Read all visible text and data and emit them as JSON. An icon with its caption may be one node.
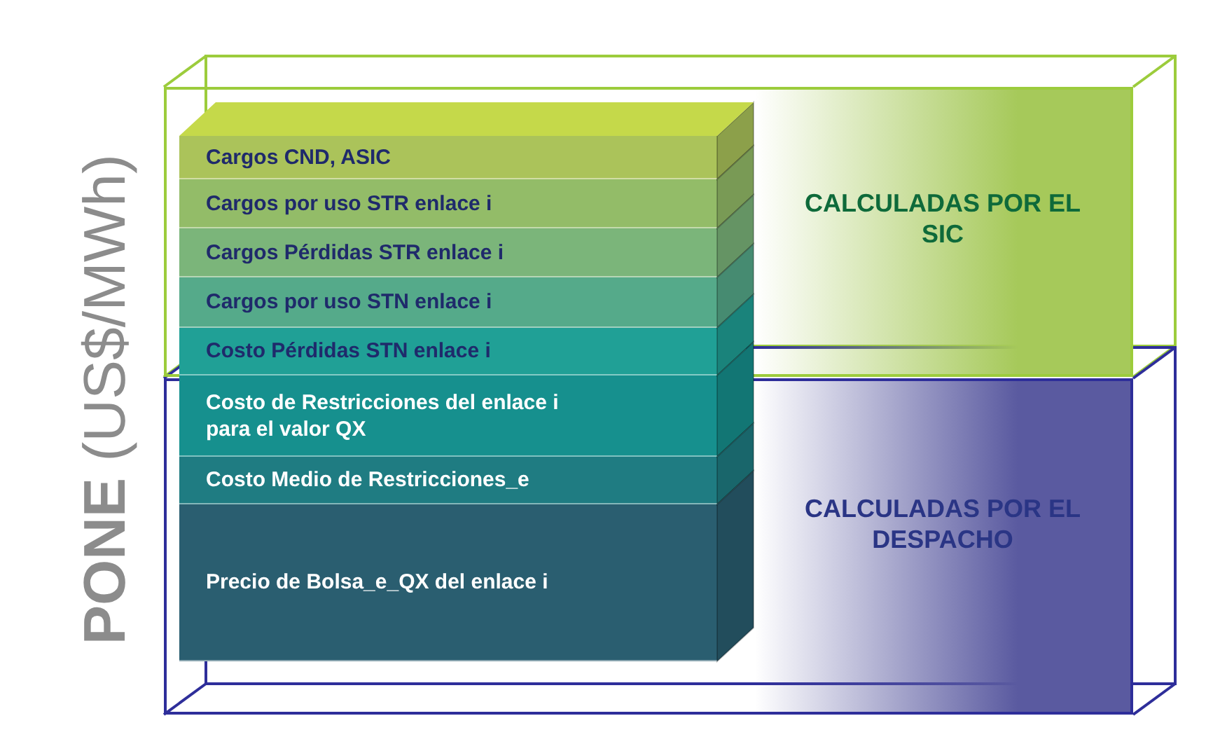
{
  "diagram": {
    "nodes": [
      {
        "text": [
          "CALCULADAS POR EL SIC"
        ]
      },
      {
        "text": [
          "CALCULADAS POR EL DESPACHO"
        ]
      },
      {
        "text": [
          "Cargos CND, ASIC"
        ],
        "in": 0
      },
      {
        "text": [
          "Cargos por uso STR enlace i"
        ],
        "in": 0
      },
      {
        "text": [
          "Cargos Pérdidas STR enlace i"
        ],
        "in": 0
      },
      {
        "text": [
          "Cargos por uso STN enlace i"
        ],
        "in": 0
      },
      {
        "text": [
          "Costo Pérdidas STN enlace i"
        ],
        "in": 0
      },
      {
        "text": [
          "Costo de Restricciones del enlace i para el valor QX"
        ],
        "in": 1
      },
      {
        "text": [
          "Costo Medio de Restricciones_e"
        ],
        "in": 1
      },
      {
        "text": [
          "Precio de Bolsa_e_QX del enlace i"
        ],
        "in": 1
      }
    ],
    "labels": [
      "**PONE** (US$/MWh)"
    ]
  }
}
